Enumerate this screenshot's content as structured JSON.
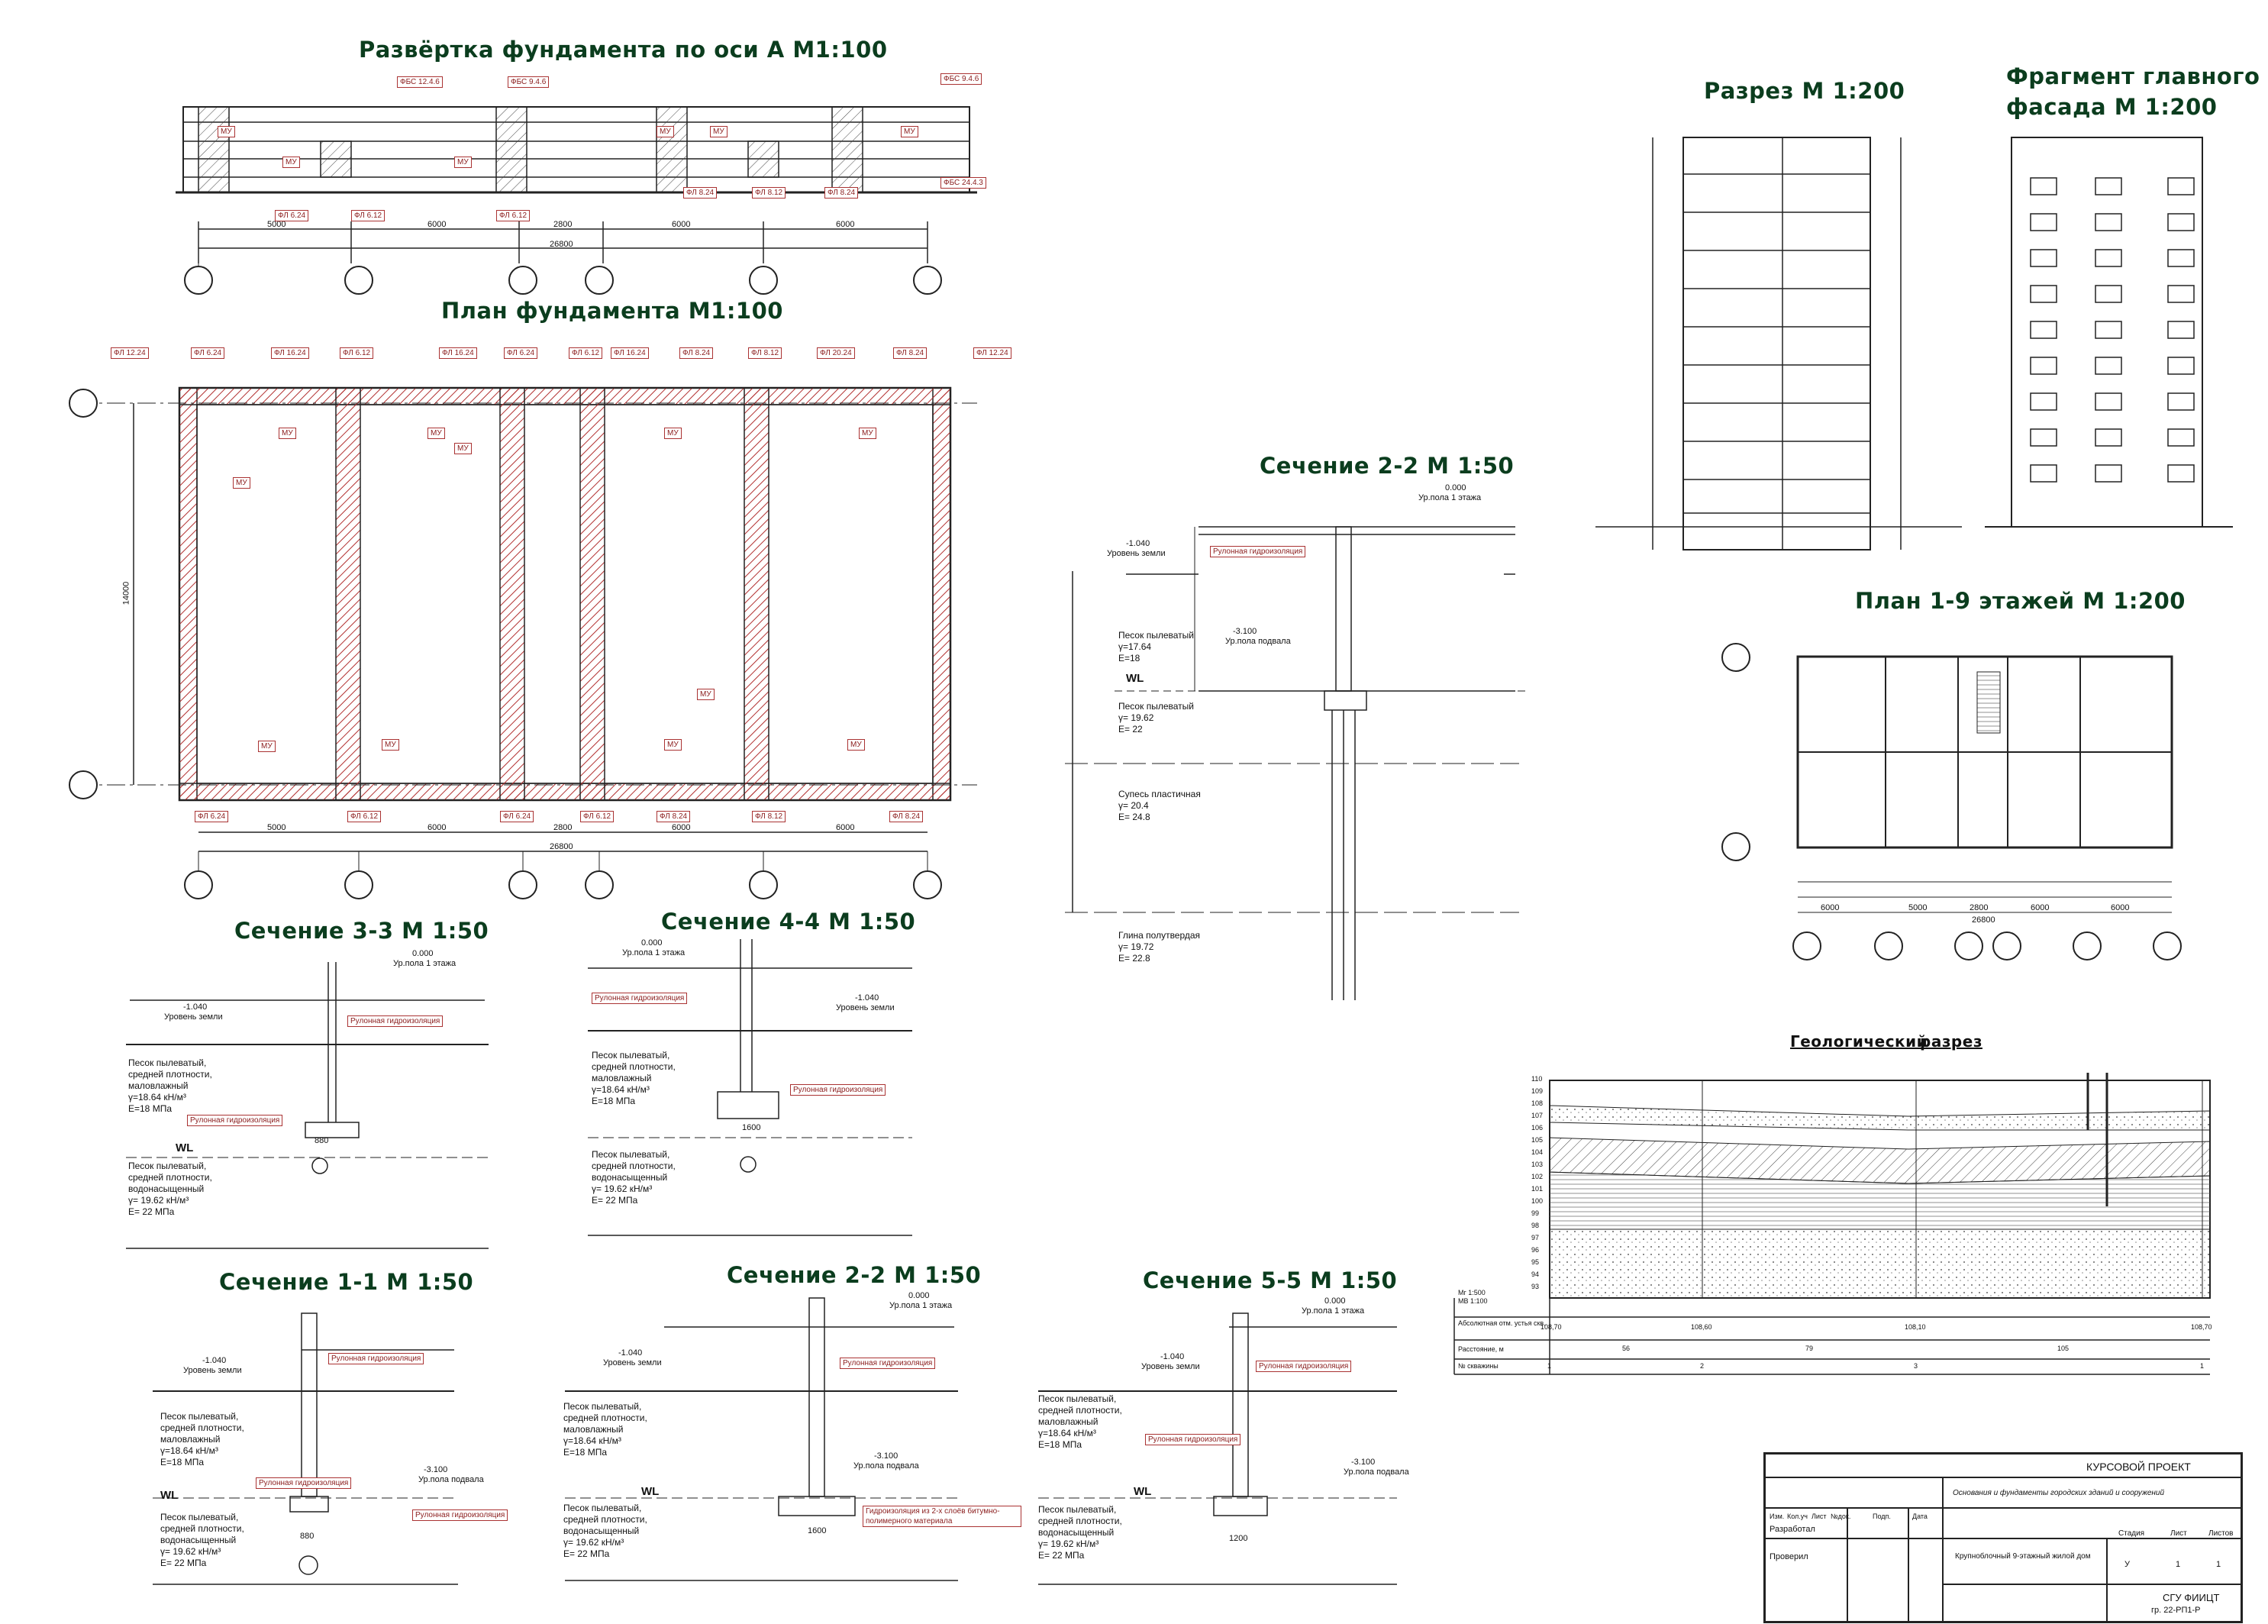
{
  "titles": {
    "razvertka": "Развёртка фундамента по оси А М1:100",
    "plan_fund": "План фундамента М1:100",
    "razrez": "Разрез М 1:200",
    "fasad": "Фрагмент главного\nфасада М 1:200",
    "plan_floors": "План 1-9 этажей М 1:200",
    "sec22_top": "Сечение 2-2 М 1:50",
    "sec33": "Сечение 3-3 М 1:50",
    "sec44": "Сечение 4-4 М 1:50",
    "sec11": "Сечение 1-1 М 1:50",
    "sec22_bot": "Сечение 2-2 М 1:50",
    "sec55": "Сечение 5-5 М 1:50",
    "geo": "Геологический",
    "geo2": "разрез"
  },
  "dims": {
    "spans": [
      "5000",
      "6000",
      "2800",
      "6000",
      "6000"
    ],
    "total": "26800",
    "plan_height": "14000",
    "floor_total": "26800",
    "floor_spans": [
      "6000",
      "5000",
      "2800",
      "6000",
      "6000"
    ]
  },
  "tags_razvertka": [
    "ФБС 12.4.6",
    "ФБС 9.4.6",
    "ФБС 9.4.6",
    "ФБС 24.4.3",
    "ФЛ 6.24",
    "ФЛ 6.12",
    "ФЛ 8.24",
    "ФЛ 8.12",
    "ФЛ 8.24",
    "ФЛ 6.12",
    "МУ",
    "МУ",
    "МУ",
    "МУ",
    "МУ",
    "МУ"
  ],
  "tags_plan_top": [
    "ФЛ 12.24",
    "ФЛ 6.24",
    "ФЛ 16.24",
    "ФЛ 6.12",
    "ФЛ 16.24",
    "ФЛ 6.24",
    "ФЛ 6.12",
    "ФЛ 16.24",
    "ФЛ 8.24",
    "ФЛ 8.12",
    "ФЛ 20.24",
    "ФЛ 8.24",
    "ФЛ 12.24"
  ],
  "tags_plan_bottom": [
    "ФЛ 6.24",
    "ФЛ 6.12",
    "ФЛ 6.24",
    "ФЛ 6.12",
    "ФЛ 8.24",
    "ФЛ 8.12",
    "ФЛ 8.24"
  ],
  "mu": "МУ",
  "levels": {
    "zero": "0.000",
    "floor1": "Ур.пола 1 этажа",
    "ground": "-1.040",
    "ground_lbl": "Уровень земли",
    "basement": "-3.100",
    "basement_lbl": "Ур.пола подвала",
    "wl": "WL"
  },
  "hydro": "Рулонная гидроизоляция",
  "hydro2": "Гидроизоляция из 2-х слоёв битумно-полимерного материала",
  "soils": {
    "sand1": "Песок пылеватый,\nсредней плотности,\nмаловлажный\nγ=18.64 кН/м³\nE=18 МПа",
    "sand2": "Песок пылеватый,\nсредней плотности,\nводонасыщенный\nγ= 19.62 кН/м³\nE= 22 МПа",
    "geo_sand1": "Песок пылеватый\nγ=17.64\nE=18",
    "geo_sand2": "Песок пылеватый\nγ= 19.62\nE= 22",
    "supes": "Супесь пластичная\nγ= 20.4\nE= 24.8",
    "glina": "Глина полутвердая\nγ= 19.72\nE= 22.8"
  },
  "widths": {
    "w33": "880",
    "w44": "1600",
    "w11": "880",
    "w22": "1600",
    "w55": "1200"
  },
  "geo_table": {
    "scale": "Мг 1:500\nМВ 1:100",
    "row_labels": [
      "Абсолютная отм. устья скв.",
      "Расстояние, м",
      "№ скважины"
    ],
    "elevations": [
      "108,70",
      "108,60",
      "108,10",
      "108,70"
    ],
    "distances": [
      "56",
      "79",
      "105"
    ],
    "wells": [
      "1",
      "2",
      "3",
      "1"
    ],
    "marks": [
      "110",
      "109",
      "108",
      "107",
      "106",
      "105",
      "104",
      "103",
      "102",
      "101",
      "100",
      "99",
      "98",
      "97",
      "96",
      "95",
      "94",
      "93"
    ]
  },
  "stamp": {
    "project": "КУРСОВОЙ ПРОЕКТ",
    "subject": "Основания и фундаменты городских зданий и сооружений",
    "building": "Крупноблочный 9-этажный жилой дом",
    "headers": [
      "Изм.",
      "Кол.уч",
      "Лист",
      "№док.",
      "Подп.",
      "Дата"
    ],
    "roles": [
      "Разработал",
      "Проверил"
    ],
    "stage_labels": [
      "Стадия",
      "Лист",
      "Листов"
    ],
    "stage_values": [
      "У",
      "1",
      "1"
    ],
    "org": "СГУ ФИИЦТ",
    "group": "гр. 22-РП1-Р"
  },
  "colors": {
    "title": "#0b3d1e",
    "tag": "#8a1c1c",
    "hatch": "#b23030",
    "line": "#222222"
  }
}
